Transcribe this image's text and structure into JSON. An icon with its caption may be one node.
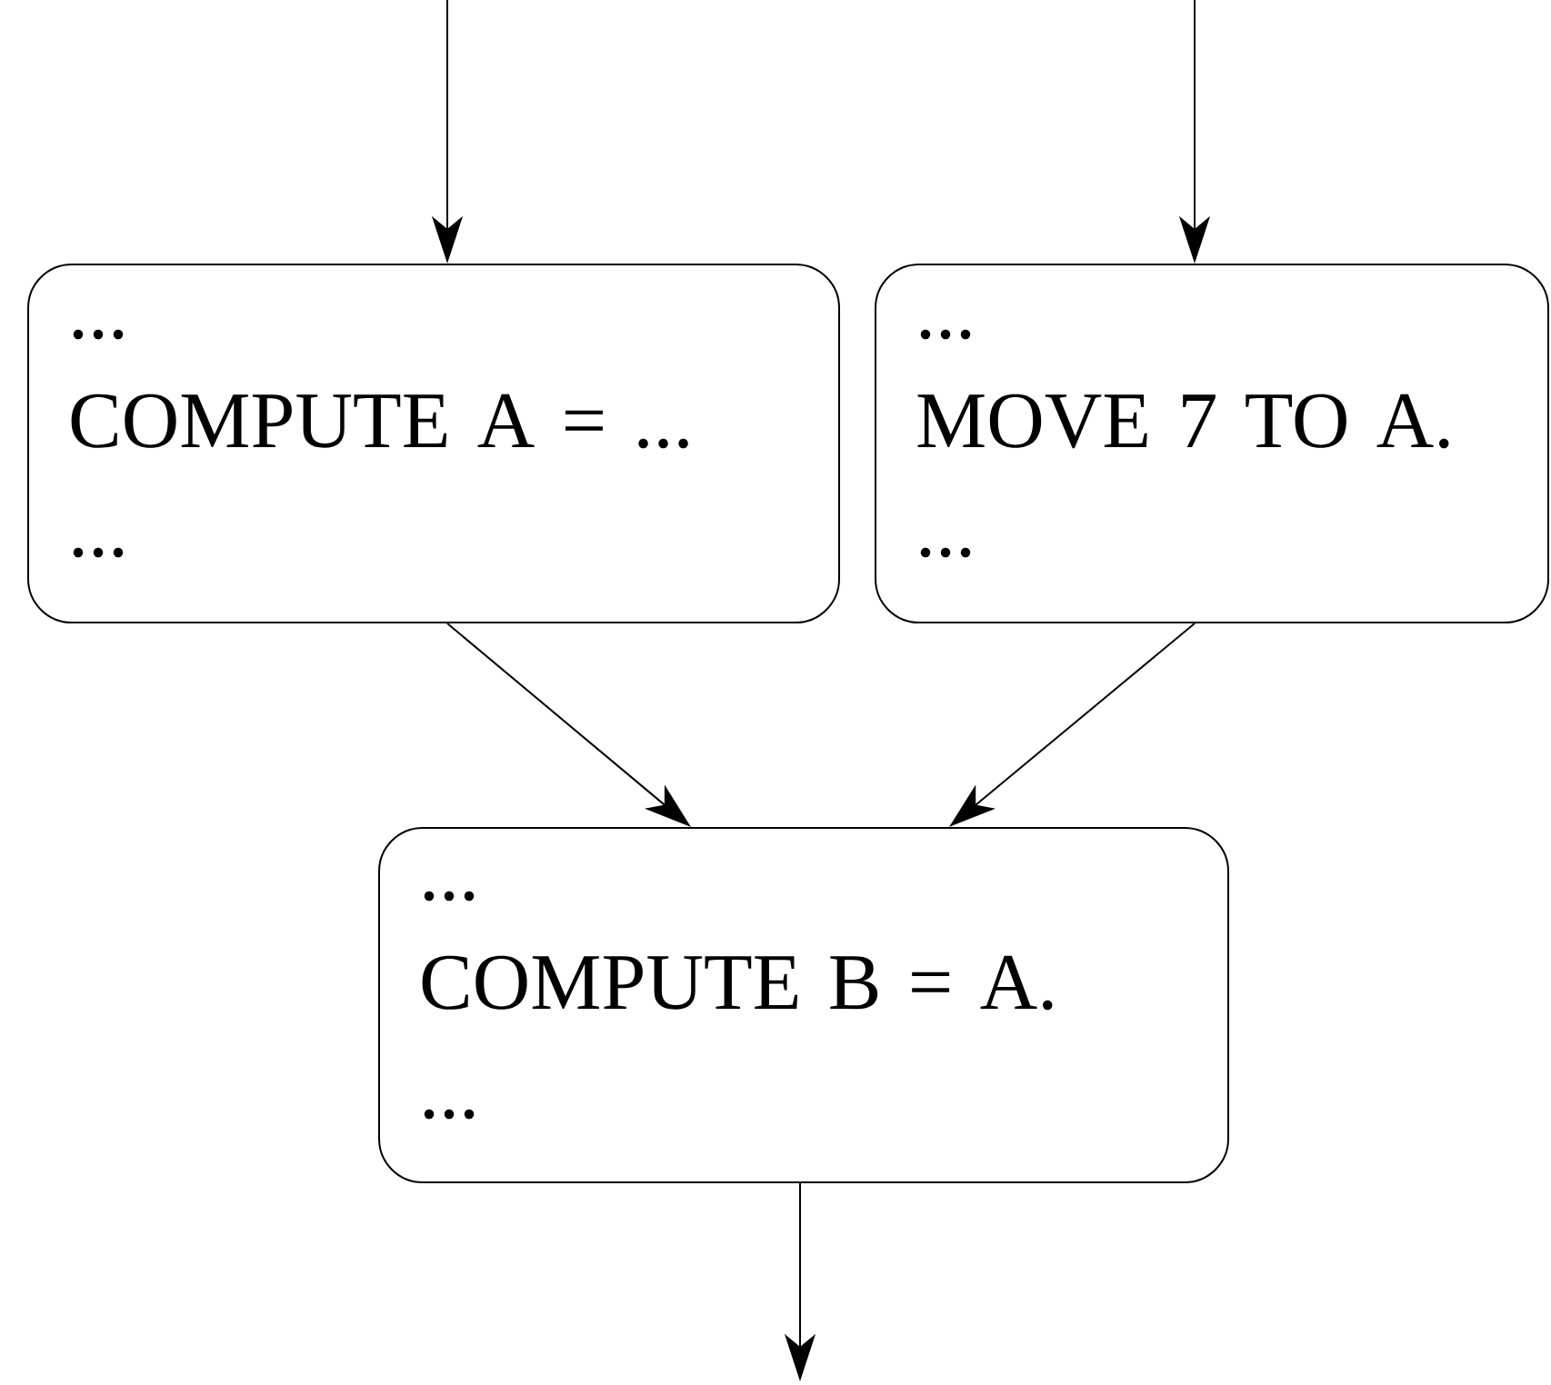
{
  "diagram": {
    "nodes": [
      {
        "text": [
          "...",
          "COMPUTE A = ...",
          "..."
        ]
      },
      {
        "text": [
          "...",
          "MOVE 7 TO A.",
          "..."
        ]
      },
      {
        "text": [
          "...",
          "COMPUTE B = A.",
          "..."
        ]
      }
    ],
    "edges": [
      {
        "from": null,
        "to": 0,
        "arrow": "to"
      },
      {
        "from": null,
        "to": 1,
        "arrow": "to"
      },
      {
        "from": 0,
        "to": 2,
        "arrow": "to"
      },
      {
        "from": 1,
        "to": 2,
        "arrow": "to"
      },
      {
        "from": 2,
        "to": null,
        "arrow": "to"
      }
    ]
  }
}
